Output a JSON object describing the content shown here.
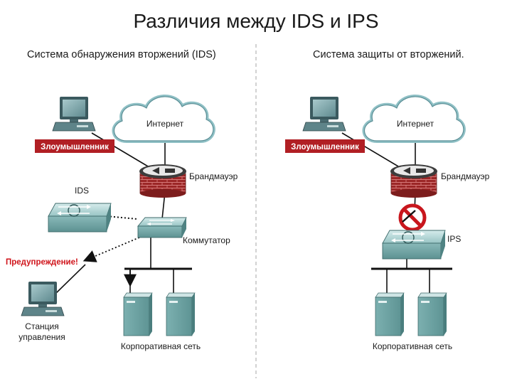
{
  "slide": {
    "title": "Различия между IDS и IPS"
  },
  "left": {
    "heading": "Система обнаружения вторжений (IDS)",
    "internet": "Интернет",
    "attacker": "Злоумышленник",
    "firewall": "Брандмауэр",
    "ids": "IDS",
    "switch": "Коммутатор",
    "warning": "Предупреждение!",
    "station_line1": "Станция",
    "station_line2": "управления",
    "corporate": "Корпоративная сеть"
  },
  "right": {
    "heading": "Система защиты от вторжений.",
    "internet": "Интернет",
    "attacker": "Злоумышленник",
    "firewall": "Брандмауэр",
    "ips": "IPS",
    "corporate": "Корпоративная сеть"
  },
  "colors": {
    "attacker_bg": "#b11f24",
    "warning_text": "#d0141b",
    "device_teal": "#6fa5a5",
    "firewall_red": "#a52a2a",
    "block_sign": "#c8161d"
  }
}
